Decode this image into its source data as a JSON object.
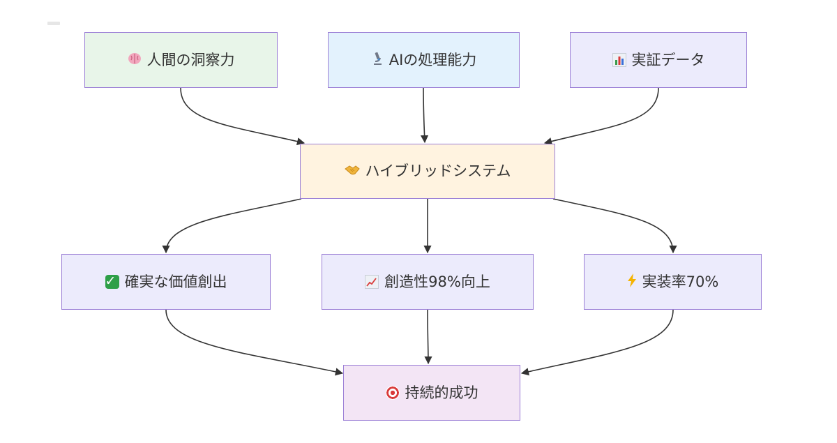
{
  "nodes": {
    "human": {
      "label": "人間の洞察力",
      "icon": "brain-icon"
    },
    "ai": {
      "label": "AIの処理能力",
      "icon": "microscope-icon"
    },
    "data": {
      "label": "実証データ",
      "icon": "bar-chart-icon"
    },
    "hybrid": {
      "label": "ハイブリッドシステム",
      "icon": "handshake-icon"
    },
    "value": {
      "label": "確実な価値創出",
      "icon": "check-mark-icon"
    },
    "create": {
      "label": "創造性98%向上",
      "icon": "chart-increasing-icon"
    },
    "impl": {
      "label": "実装率70%",
      "icon": "lightning-icon"
    },
    "success": {
      "label": "持続的成功",
      "icon": "target-icon"
    }
  },
  "edges": [
    {
      "from": "human",
      "to": "hybrid"
    },
    {
      "from": "ai",
      "to": "hybrid"
    },
    {
      "from": "data",
      "to": "hybrid"
    },
    {
      "from": "hybrid",
      "to": "value"
    },
    {
      "from": "hybrid",
      "to": "create"
    },
    {
      "from": "hybrid",
      "to": "impl"
    },
    {
      "from": "value",
      "to": "success"
    },
    {
      "from": "create",
      "to": "success"
    },
    {
      "from": "impl",
      "to": "success"
    }
  ],
  "colors": {
    "border": "#9b7fd6",
    "edge": "#333333",
    "input_human_fill": "#e8f5e9",
    "input_ai_fill": "#e3f2fd",
    "default_fill": "#ecebfc",
    "hybrid_fill": "#fff3e0",
    "success_fill": "#f3e5f5"
  }
}
